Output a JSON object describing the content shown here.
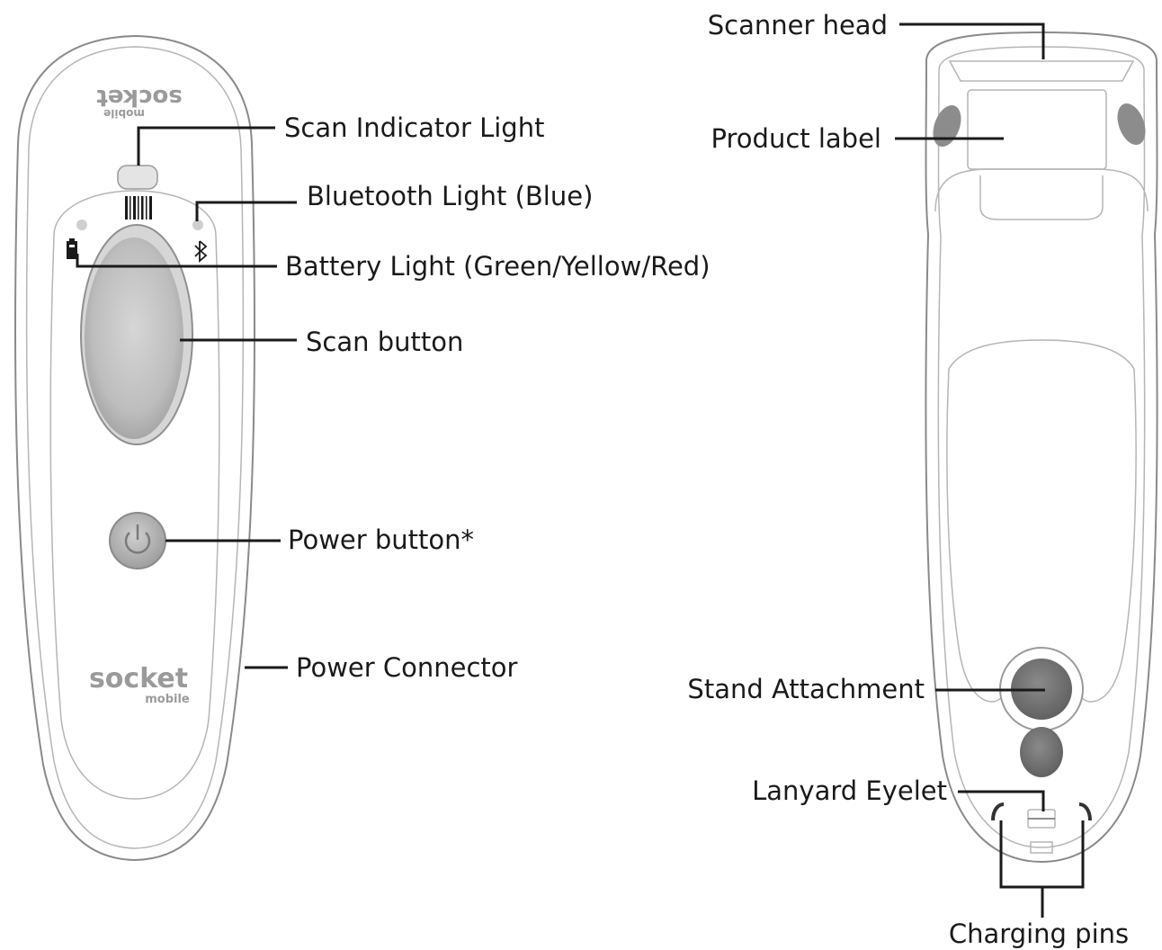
{
  "front": {
    "labels": {
      "scan_indicator_light": "Scan Indicator Light",
      "bluetooth_light": "Bluetooth Light (Blue)",
      "battery_light": "Battery Light (Green/Yellow/Red)",
      "scan_button": "Scan button",
      "power_button": "Power button*",
      "power_connector": "Power Connector"
    },
    "logo": {
      "top_brand": "socket",
      "top_sub": "mobile",
      "bottom_brand": "socket",
      "bottom_sub": "mobile"
    }
  },
  "back": {
    "labels": {
      "scanner_head": "Scanner head",
      "product_label": "Product label",
      "stand_attachment": "Stand Attachment",
      "lanyard_eyelet": "Lanyard Eyelet",
      "charging_pins": "Charging pins"
    }
  },
  "colors": {
    "line": "#1a1a1a",
    "body_outline": "#8a8a8a",
    "button_gray": "#c4c4c4",
    "dark_spot": "#777777"
  },
  "icons": {
    "power": "power-icon",
    "bluetooth": "bluetooth-icon",
    "battery": "battery-icon",
    "barcode": "barcode-icon"
  }
}
